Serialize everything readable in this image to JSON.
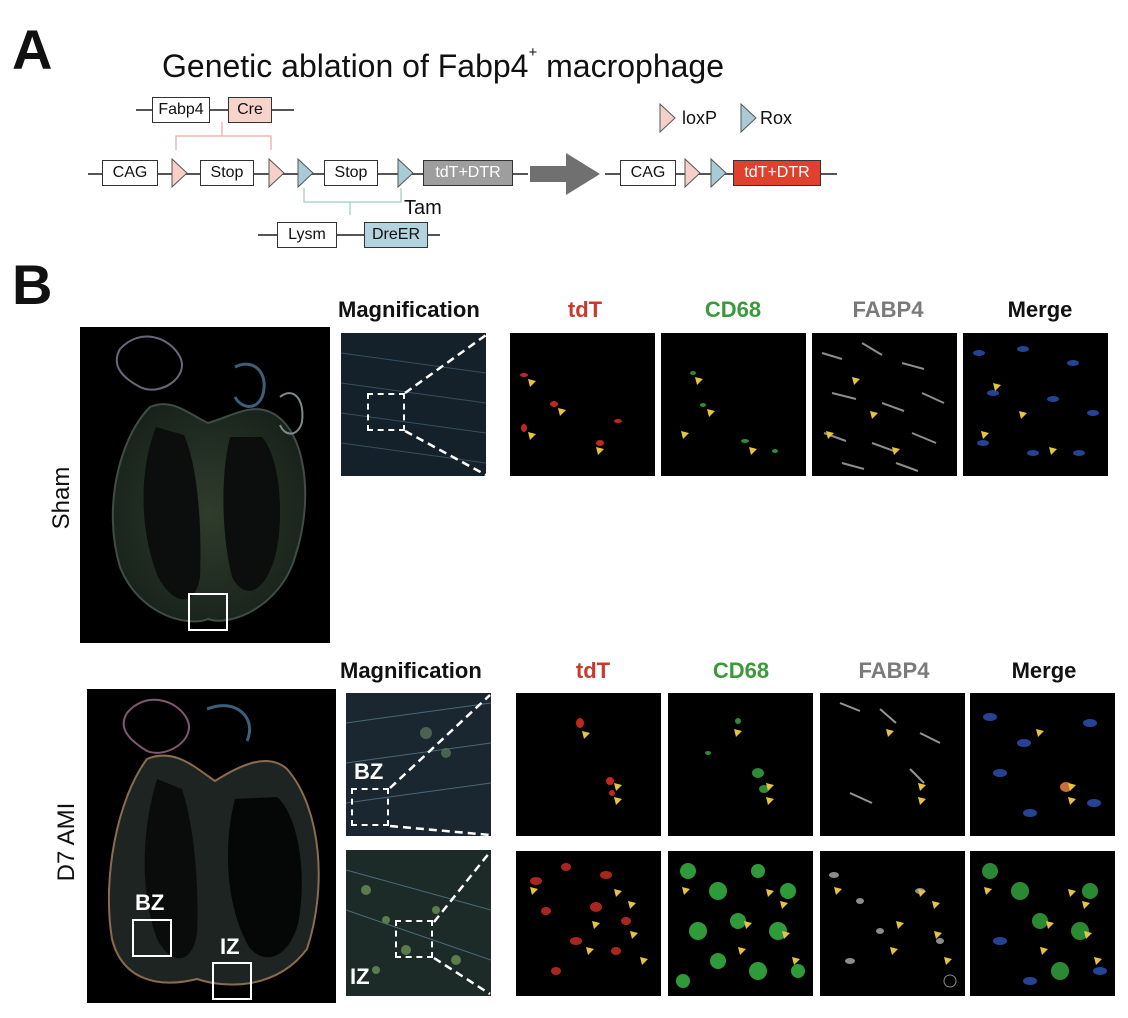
{
  "panel_a": {
    "letter": "A",
    "title_main": "Genetic ablation of Fabp4",
    "title_sup": "+",
    "title_tail": " macrophage",
    "fabp4": "Fabp4",
    "cre": "Cre",
    "cag": "CAG",
    "stop1": "Stop",
    "stop2": "Stop",
    "tdt_dtr_off": "tdT+DTR",
    "tam": "Tam",
    "lysm": "Lysm",
    "dreer": "DreER",
    "cag_after": "CAG",
    "tdt_dtr_on": "tdT+DTR",
    "legend_loxp": "loxP",
    "legend_rox": "Rox",
    "colors": {
      "cre_fill": "#f6d3cb",
      "dre_fill": "#b3d3de",
      "loxp_fill": "#f6d0c8",
      "rox_fill": "#a9cbd6",
      "off_fill": "#9e9e9e",
      "on_fill": "#e0412f",
      "arrow": "#707070"
    }
  },
  "panel_b": {
    "letter": "B",
    "columns": [
      "Magnification",
      "tdT",
      "CD68",
      "FABP4",
      "Merge"
    ],
    "column_colors": [
      "#111111",
      "#c83a2c",
      "#3a9a3a",
      "#7a7a7a",
      "#111111"
    ],
    "rows": [
      {
        "label": "Sham"
      },
      {
        "label": "D7 AMI",
        "zones": [
          "BZ",
          "IZ"
        ]
      }
    ]
  }
}
